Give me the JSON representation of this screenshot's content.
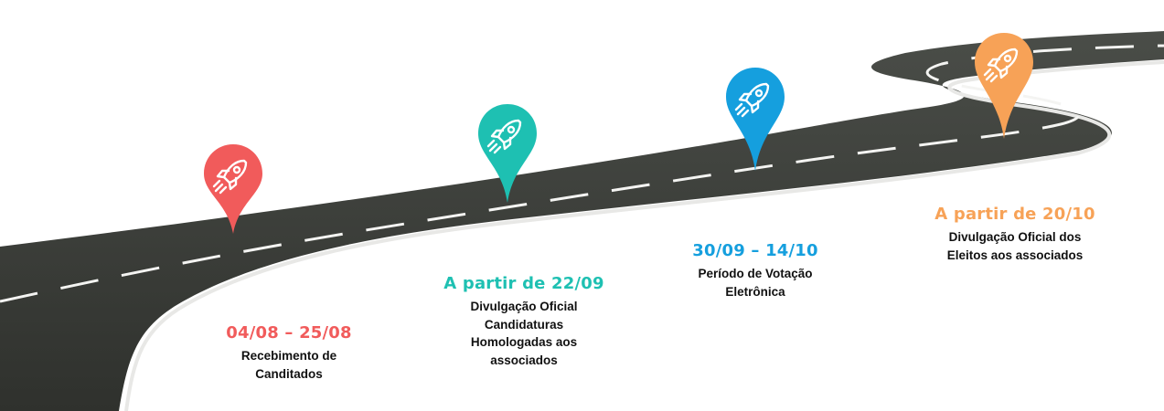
{
  "milestones": [
    {
      "icon": "rocket-icon",
      "color": "#f15b5b",
      "date": "04/08 – 25/08",
      "lines": [
        "Recebimento de",
        "Canditados"
      ]
    },
    {
      "icon": "rocket-icon",
      "color": "#1ec0b2",
      "date": "A partir de 22/09",
      "lines": [
        "Divulgação Oficial",
        "Candidaturas",
        "Homologadas aos",
        "associados"
      ]
    },
    {
      "icon": "rocket-icon",
      "color": "#159fde",
      "date": "30/09 – 14/10",
      "lines": [
        "Período de Votação",
        "Eletrônica"
      ]
    },
    {
      "icon": "rocket-icon",
      "color": "#f7a257",
      "date": "A partir de 20/10",
      "lines": [
        "Divulgação Oficial dos",
        "Eleitos aos associados"
      ]
    }
  ]
}
